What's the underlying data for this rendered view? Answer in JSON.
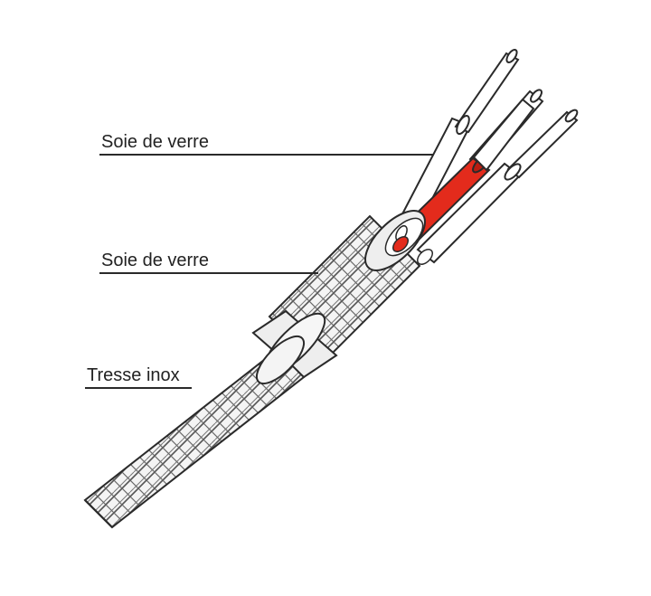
{
  "labels": {
    "outer_insulation": "Soie de verre",
    "inner_insulation": "Soie de verre",
    "braid": "Tresse inox"
  },
  "colors": {
    "line": "#2a2a2a",
    "background": "#ffffff",
    "braid_fill": "#f4f4f4",
    "braid_stroke": "#555555",
    "sleeve_fill": "#eeeeee",
    "wire_fill": "#ffffff",
    "red_wire": "#e32b1c",
    "red_wire_dark": "#b81d11"
  },
  "components": [
    "stainless-braid",
    "glass-silk-outer-sleeve",
    "glass-silk-wire-insulation",
    "red-conductor",
    "white-conductor"
  ]
}
